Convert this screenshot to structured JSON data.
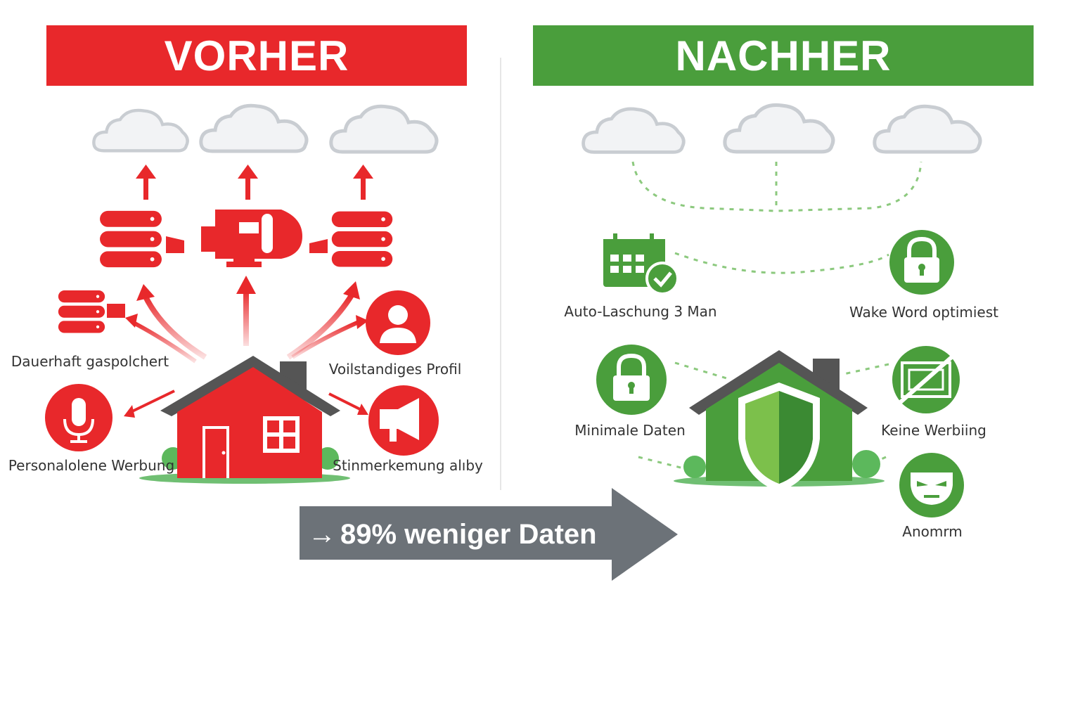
{
  "colors": {
    "before": "#e8282b",
    "after": "#4a9e3c",
    "after_dark": "#3b8a33",
    "gray_arrow": "#6c7278"
  },
  "before": {
    "title": "VORHER",
    "labels": {
      "stored": "Dauerhaft gaspolchert",
      "profile": "Voilstandiges Profil",
      "ads": "Personalolene Werbung",
      "voice": "Stinmerkemung alıby"
    },
    "icons": [
      "cloud-icon",
      "database-icon",
      "camera-icon",
      "microphone-icon",
      "user-icon",
      "megaphone-icon",
      "house-icon"
    ]
  },
  "after": {
    "title": "NACHHER",
    "labels": {
      "auto_delete": "Auto-Laschung 3 Man",
      "wake_word": "Wake Word optimiest",
      "minimal": "Minimale Daten",
      "no_ads": "Keine Werbiing",
      "anon": "Anomrm"
    },
    "icons": [
      "cloud-icon",
      "calendar-check-icon",
      "lock-icon",
      "no-ads-icon",
      "mask-icon",
      "shield-house-icon"
    ]
  },
  "summary": {
    "arrow_glyph": "→",
    "text": "89% weniger Daten"
  }
}
